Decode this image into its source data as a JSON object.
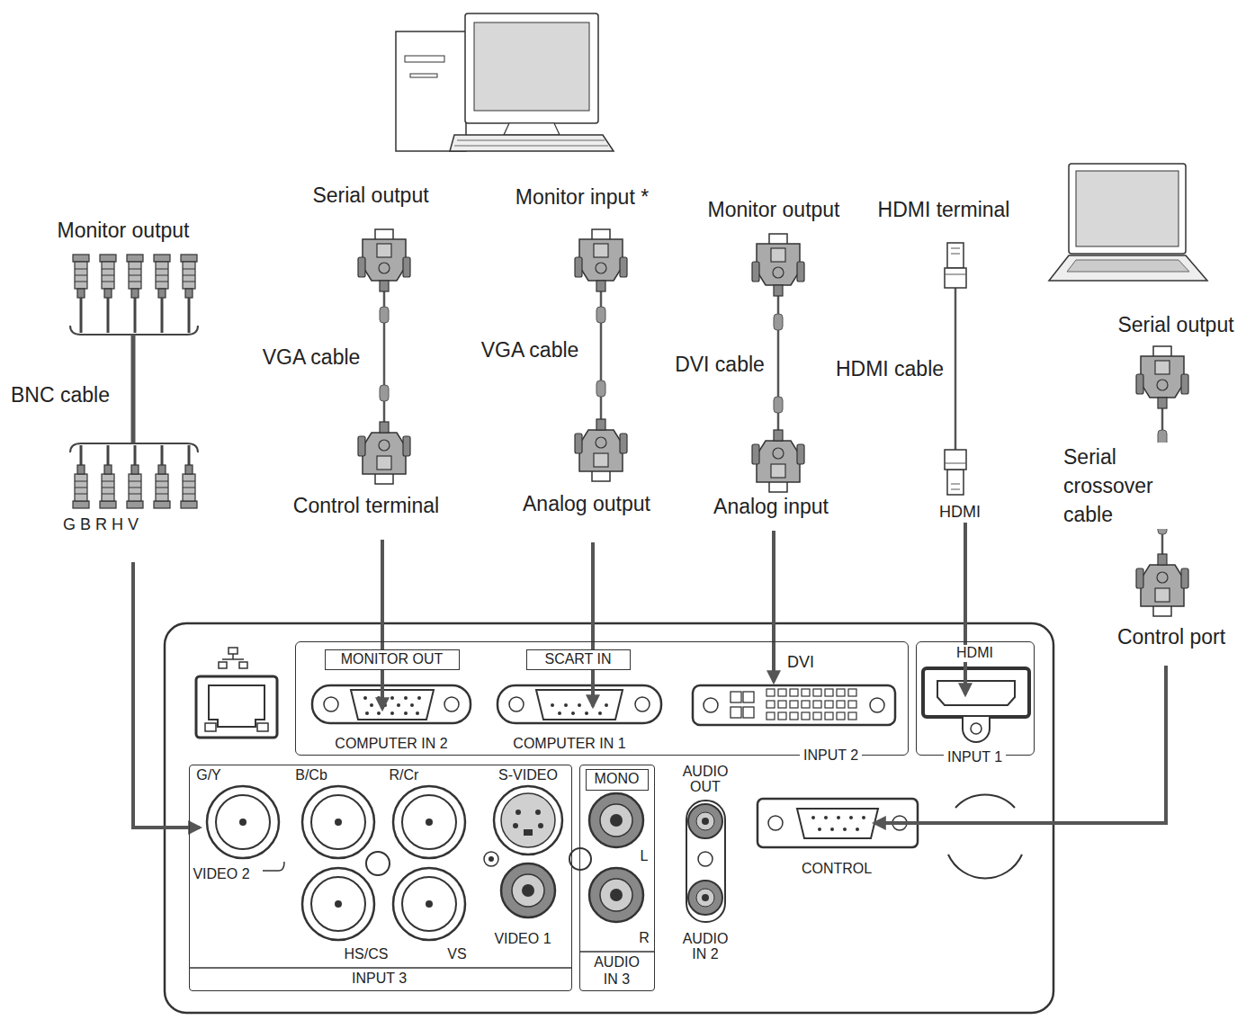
{
  "diagram": {
    "nodes": [
      {
        "text": [
          "INPUT 2"
        ]
      },
      {
        "text": [
          "MONITOR OUT"
        ],
        "in": 0
      },
      {
        "text": [
          "SCART IN"
        ],
        "in": 0
      },
      {
        "text": [
          "HDMI",
          "INPUT 1"
        ]
      },
      {
        "text": [
          "INPUT 3"
        ]
      },
      {
        "text": [
          "AUDIO IN 3"
        ]
      },
      {
        "text": [
          "MONO"
        ],
        "in": 5
      }
    ],
    "labels": [
      "Monitor output",
      "BNC cable",
      "G B R H V",
      "Serial output",
      "VGA cable",
      "Control terminal",
      "Monitor input *",
      "VGA cable",
      "Analog output",
      "Monitor output",
      "DVI cable",
      "Analog input",
      "HDMI terminal",
      "HDMI cable",
      "HDMI",
      "Serial output",
      "Serial crossover cable",
      "Control port",
      "COMPUTER IN 2",
      "COMPUTER IN 1",
      "DVI",
      "G/Y",
      "B/Cb",
      "R/Cr",
      "S-VIDEO",
      "VIDEO 2",
      "HS/CS",
      "VS",
      "VIDEO 1",
      "L",
      "R",
      "AUDIO OUT",
      "AUDIO IN 2",
      "CONTROL"
    ]
  }
}
